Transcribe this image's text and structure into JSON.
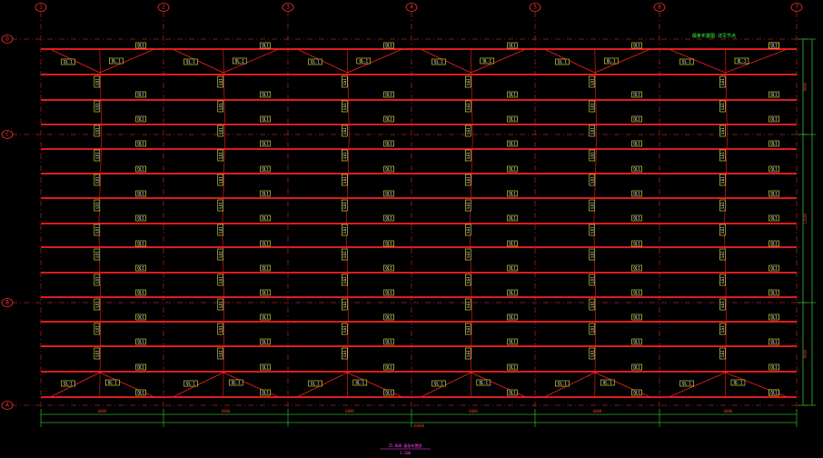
{
  "colors": {
    "background": "#000000",
    "purlin": "#ff1f1f",
    "axis": "#ff3030",
    "tag_box": "#f0f03c",
    "tag_text": "#ffffff",
    "dimension": "#3cff3c",
    "title": "#ff40ff",
    "grid_bubble": "#ff3030"
  },
  "grid": {
    "columns": [
      "1",
      "2",
      "3",
      "4",
      "5",
      "6",
      "7"
    ],
    "rows": [
      "D",
      "C",
      "B",
      "A"
    ]
  },
  "tags": {
    "purlin_small": "QL1",
    "purlin_main": "QL-1",
    "tie_rod": "LG1"
  },
  "notes": {
    "top_right": "檩条布置图 详见节点",
    "bottom_title": "25.000 檩条布置图",
    "bottom_scale": "1:100"
  },
  "dimensions": {
    "bay_values": [
      "6000",
      "6000",
      "6000",
      "6000",
      "6000",
      "6000"
    ],
    "total_length": "36000",
    "right_segments": [
      "9000",
      "12000",
      "9000"
    ]
  }
}
